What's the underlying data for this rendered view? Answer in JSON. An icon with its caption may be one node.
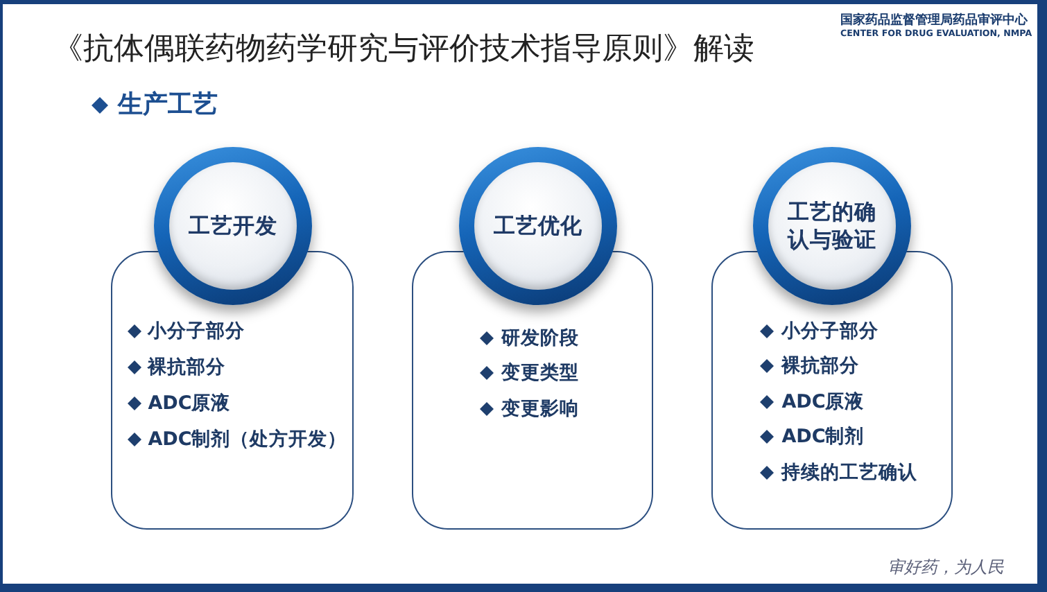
{
  "diagram": {
    "title": "《抗体偶联药物药学研究与评价技术指导原则》解读",
    "nodes": [
      {
        "text": [
          "工艺开发"
        ]
      },
      {
        "text": [
          "小分子部分",
          "裸抗部分",
          "ADC原液",
          "ADC制剂（处方开发）"
        ]
      },
      {
        "text": [
          "工艺优化"
        ]
      },
      {
        "text": [
          "研发阶段",
          "变更类型",
          "变更影响"
        ]
      },
      {
        "text": [
          "工艺的确认与验证"
        ]
      },
      {
        "text": [
          "小分子部分",
          "裸抗部分",
          "ADC原液",
          "ADC制剂",
          "持续的工艺确认"
        ]
      }
    ],
    "labels": [
      "国家药品监督管理局药品审评中心",
      "CENTER FOR DRUG EVALUATION, NMPA",
      "生产工艺",
      "审好药，为人民"
    ]
  }
}
